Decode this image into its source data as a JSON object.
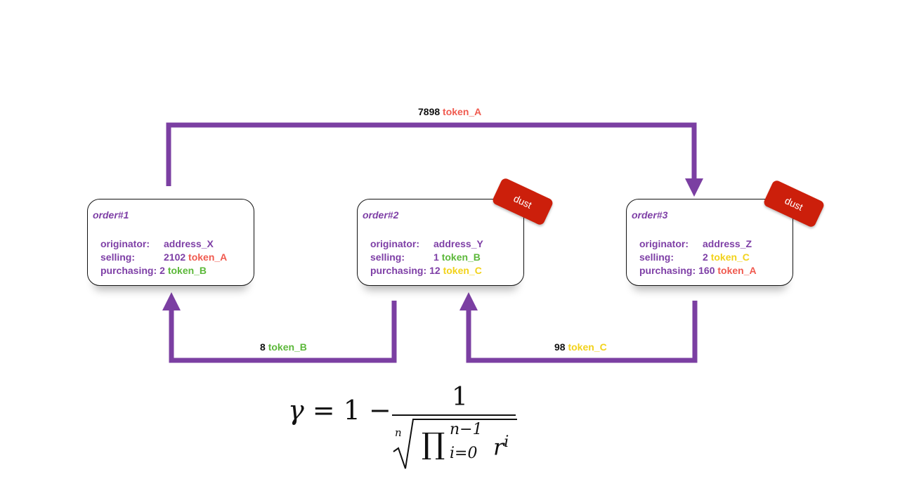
{
  "colors": {
    "arrow": "#7b3fa2",
    "text_purple": "#7e3fa6",
    "token_A": "#f05a4f",
    "token_B": "#5cb83a",
    "token_C": "#f2d21b",
    "dust": "#cc1f0b",
    "amount": "#111111"
  },
  "orders": [
    {
      "title": "order#1",
      "originator_label": "originator:",
      "originator": "address_X",
      "selling_label": "selling:",
      "selling_amount": "2102",
      "selling_token": "token_A",
      "purchasing_label": "purchasing:",
      "purchasing_amount": "2",
      "purchasing_token": "token_B",
      "dust": ""
    },
    {
      "title": "order#2",
      "originator_label": "originator:",
      "originator": "address_Y",
      "selling_label": "selling:",
      "selling_amount": "1",
      "selling_token": "token_B",
      "purchasing_label": "purchasing:",
      "purchasing_amount": "12",
      "purchasing_token": "token_C",
      "dust": "dust"
    },
    {
      "title": "order#3",
      "originator_label": "originator:",
      "originator": "address_Z",
      "selling_label": "selling:",
      "selling_amount": "2",
      "selling_token": "token_C",
      "purchasing_label": "purchasing:",
      "purchasing_amount": "160",
      "purchasing_token": "token_A",
      "dust": "dust"
    }
  ],
  "flows": [
    {
      "amount": "7898",
      "token": "token_A"
    },
    {
      "amount": "8",
      "token": "token_B"
    },
    {
      "amount": "98",
      "token": "token_C"
    }
  ],
  "formula": {
    "lhs_symbol": "γ",
    "lhs_rest": " = 1 − ",
    "numerator": "1",
    "root_index": "n",
    "product": "∏",
    "upper": "n−1",
    "lower": "i=0",
    "base": "r",
    "exponent": "i"
  }
}
